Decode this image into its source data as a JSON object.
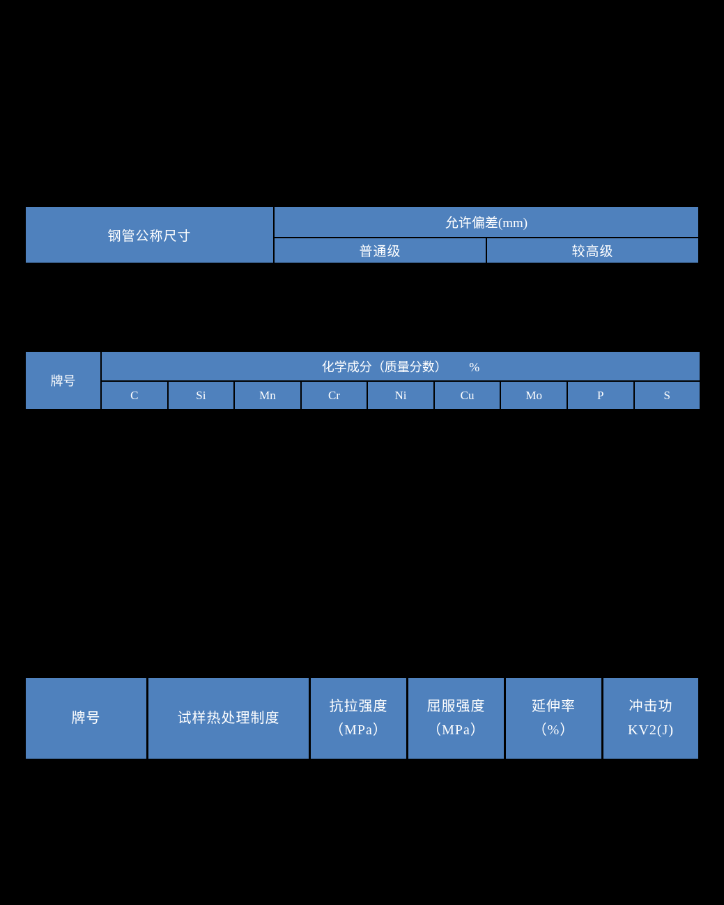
{
  "colors": {
    "background": "#000000",
    "cell_fill": "#4F81BD",
    "text": "#FFFFFF"
  },
  "tolerance_table": {
    "size_header": "钢管公称尺寸",
    "deviation_header": "允许偏差(mm)",
    "grade_ordinary": "普通级",
    "grade_higher": "较高级"
  },
  "composition_table": {
    "grade_header": "牌号",
    "composition_header": "化学成分（质量分数）       %",
    "elements": [
      "C",
      "Si",
      "Mn",
      "Cr",
      "Ni",
      "Cu",
      "Mo",
      "P",
      "S"
    ]
  },
  "properties_table": {
    "columns": [
      {
        "line1": "牌号",
        "line2": ""
      },
      {
        "line1": "试样热处理制度",
        "line2": ""
      },
      {
        "line1": "抗拉强度",
        "line2": "（MPa）"
      },
      {
        "line1": "屈服强度",
        "line2": "（MPa）"
      },
      {
        "line1": "延伸率",
        "line2": "（%）"
      },
      {
        "line1": "冲击功",
        "line2": "KV2(J)"
      }
    ]
  }
}
